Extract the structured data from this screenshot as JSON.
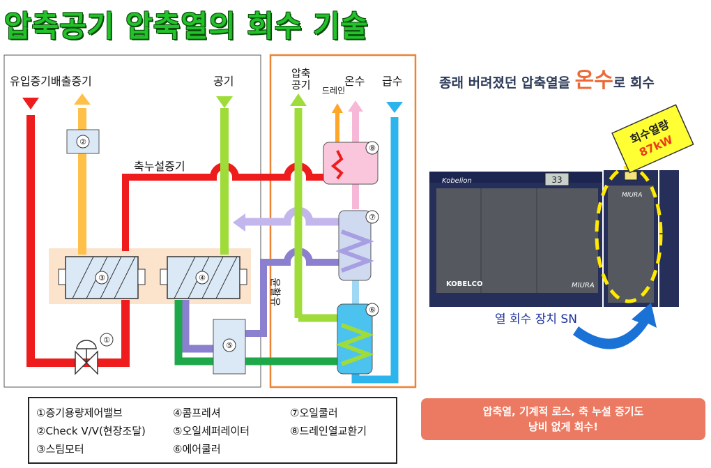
{
  "title": "압축공기 압축열의 회수 기술",
  "subtitle": {
    "before": "종래 버려졌던 압축열을 ",
    "accent": "온수",
    "after": "로 회수"
  },
  "flow_labels": {
    "exhaust_steam": "유입증기배출증기",
    "air": "공기",
    "compressed_air": "압축\n공기",
    "drain": "드레인",
    "hot_water": "온수",
    "feed_water": "급수",
    "shaft_leak_steam": "축누설증기",
    "lube_oil": "윤활유"
  },
  "components": [
    "①",
    "②",
    "③",
    "④",
    "⑤",
    "⑥",
    "⑦",
    "⑧"
  ],
  "legend": [
    {
      "num": "①",
      "label": "증기용량제어밸브"
    },
    {
      "num": "②",
      "label": "Check V/V(현장조달)"
    },
    {
      "num": "③",
      "label": "스팀모터"
    },
    {
      "num": "④",
      "label": "콤프레셔"
    },
    {
      "num": "⑤",
      "label": "오일세퍼레이터"
    },
    {
      "num": "⑥",
      "label": "에어쿨러"
    },
    {
      "num": "⑦",
      "label": "오일쿨러"
    },
    {
      "num": "⑧",
      "label": "드레인열교환기"
    }
  ],
  "machine": {
    "brand_left": "Kobelion",
    "brand_bottom": "KOBELCO",
    "brand_right": "MIURA",
    "display": "33"
  },
  "recovery_badge": {
    "line1": "회수열량",
    "line2": "87kW"
  },
  "recovery_unit_label": "열 회수 장치 SN",
  "note": {
    "line1": "압축열, 기계적 로스, 축 누설 증기도",
    "line2": "낭비 없게  회수!"
  },
  "colors": {
    "steam": "#ee1c1c",
    "exhaust": "#ffc04a",
    "air": "#9fdc3a",
    "oil": "#8b7fd0",
    "water": "#2db4ec",
    "hotwater": "#f7b8d8",
    "green": "#1ea84a",
    "frame": "#ee8233"
  }
}
